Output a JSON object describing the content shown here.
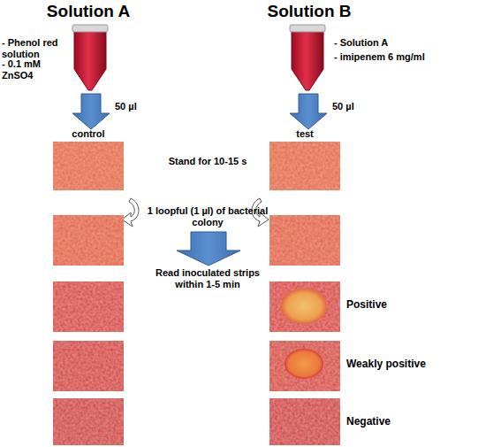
{
  "diagram": {
    "labels": [
      "Solution A",
      "Solution B",
      "- Phenol red solution",
      "- 0.1 mM ZnSO4",
      "- Solution A",
      "- imipenem 6 mg/ml",
      "50 µl",
      "50 µl",
      "control",
      "test",
      "Stand for 10-15 s",
      "1 loopful (1 µl) of bacterial colony",
      "Read inoculated strips within 1-5 min",
      "Positive",
      "Weakly positive",
      "Negative"
    ]
  }
}
